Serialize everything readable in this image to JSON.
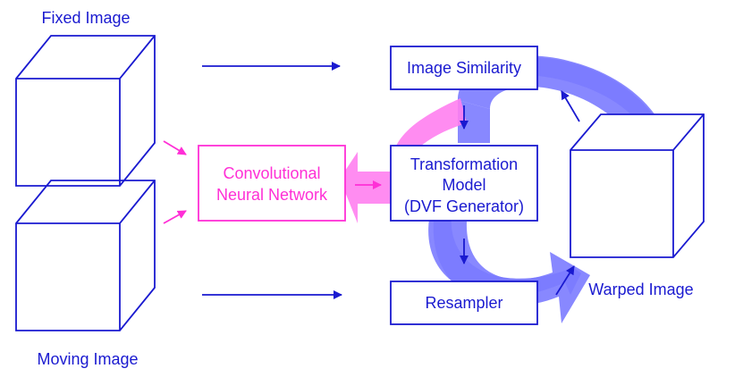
{
  "labels": {
    "fixed_image": "Fixed Image",
    "moving_image": "Moving Image",
    "warped_image": "Warped Image"
  },
  "boxes": {
    "image_similarity": "Image Similarity",
    "cnn_line1": "Convolutional",
    "cnn_line2": "Neural Network",
    "transform_line1": "Transformation",
    "transform_line2": "Model",
    "transform_line3": "(DVF Generator)",
    "resampler": "Resampler"
  },
  "colors": {
    "blue": "#1a1ad0",
    "pink": "#ff2fd6",
    "pink_fill": "#ff7ff0",
    "loop_fill": "#7b7bff"
  }
}
